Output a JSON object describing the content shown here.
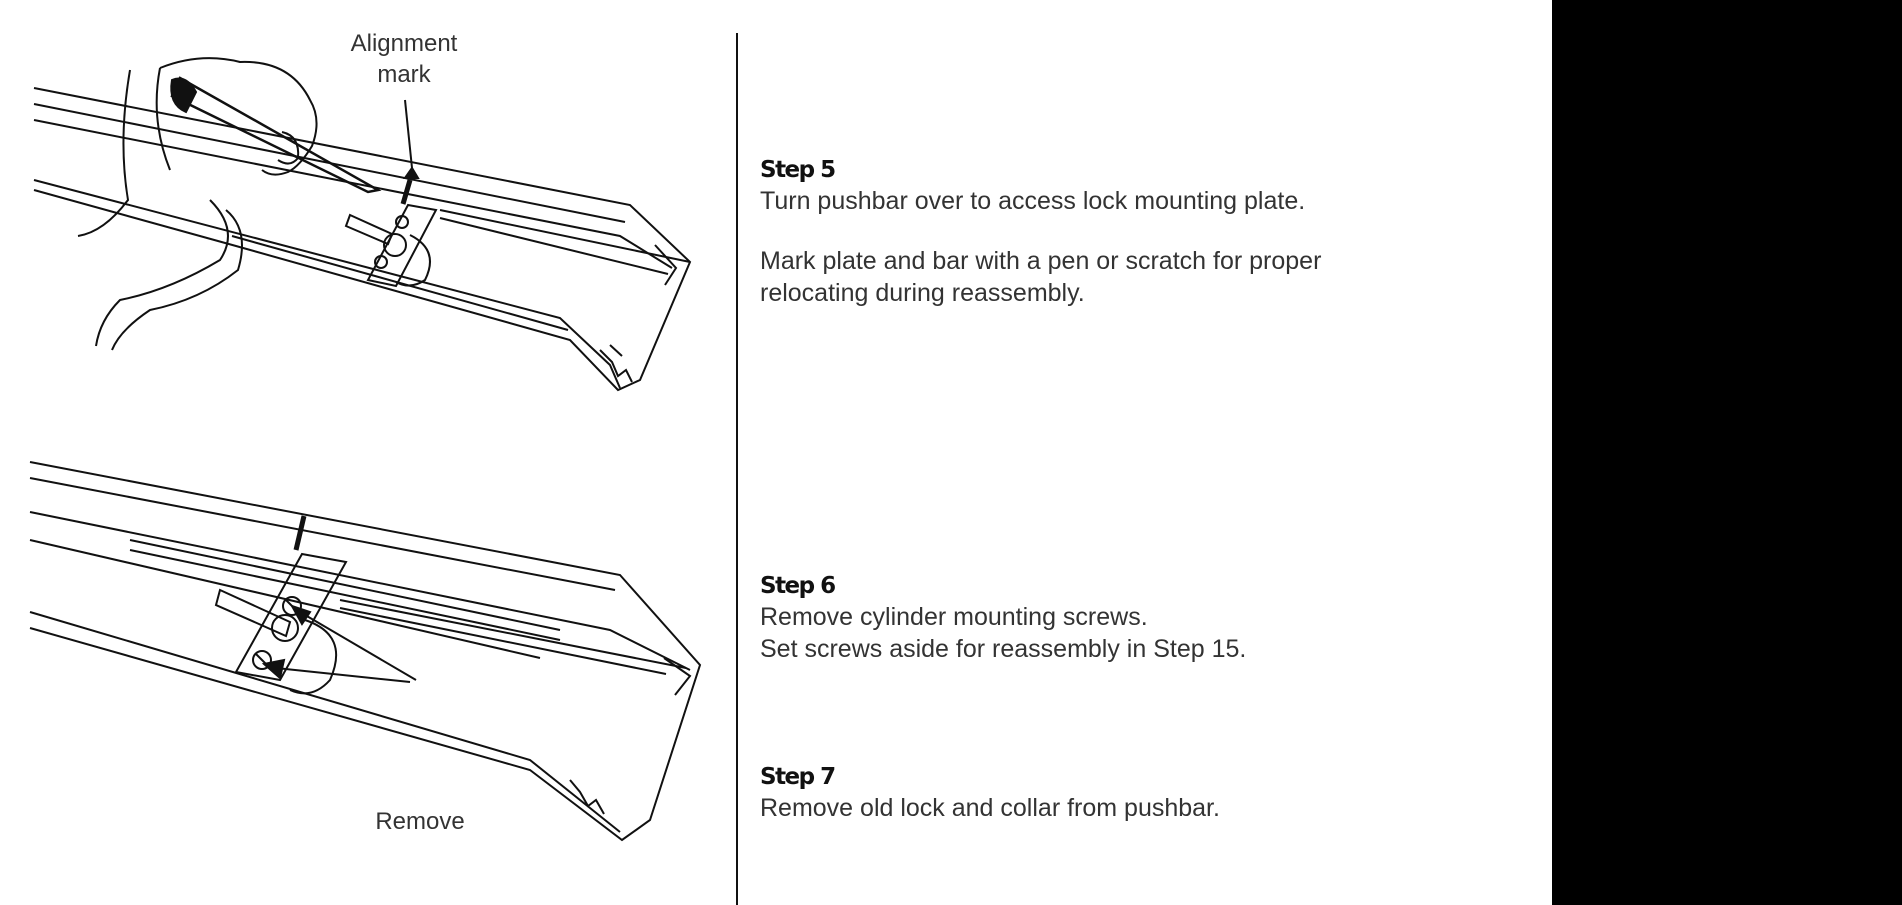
{
  "illustration_top": {
    "callout": [
      "Alignment",
      "mark"
    ]
  },
  "illustration_bottom": {
    "callout": "Remove"
  },
  "steps": [
    {
      "title": "Step 5",
      "para1": "Turn pushbar over to access lock mounting plate.",
      "para2_line1": "Mark plate and bar with a pen or scratch for proper",
      "para2_line2": "relocating during reassembly."
    },
    {
      "title": "Step 6",
      "line1": "Remove cylinder mounting screws.",
      "line2": "Set screws aside for reassembly in Step 15."
    },
    {
      "title": "Step 7",
      "line1": "Remove old lock and collar from pushbar."
    }
  ],
  "colors": {
    "ink": "#222222",
    "panel": "#000000",
    "paper": "#ffffff"
  }
}
